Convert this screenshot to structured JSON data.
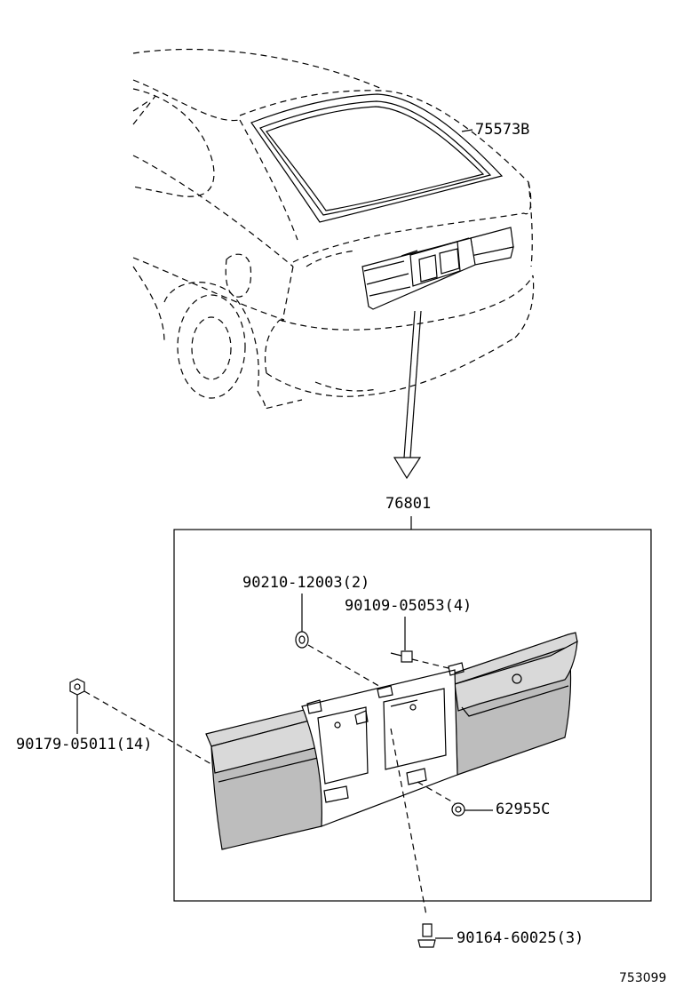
{
  "parts": {
    "glass_molding": "75573B",
    "garnish_assy": "76801",
    "nut_2": "90210-12003(2)",
    "screw_4": "90109-05053(4)",
    "nut_14": "90179-05011(14)",
    "clip": "62955C",
    "screw_3": "90164-60025(3)"
  },
  "figure_number": "753099"
}
